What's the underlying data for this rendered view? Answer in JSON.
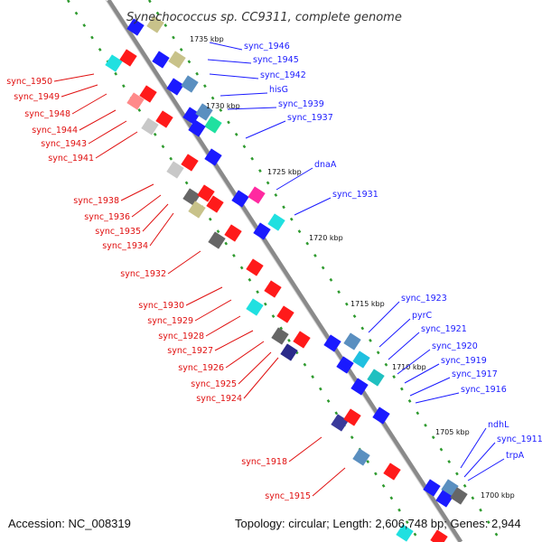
{
  "title": "Synechococcus sp. CC9311, complete genome",
  "footer": {
    "accession": "Accession: NC_008319",
    "topology": "Topology: circular; Length: 2,606,748 bp; Genes: 2,944"
  },
  "ticks": [
    "1735 kbp",
    "1730 kbp",
    "1725 kbp",
    "1720 kbp",
    "1715 kbp",
    "1710 kbp",
    "1705 kbp",
    "1700 kbp"
  ],
  "labels_right": [
    "sync_1946",
    "sync_1945",
    "sync_1942",
    "hisG",
    "sync_1939",
    "sync_1937",
    "dnaA",
    "sync_1931",
    "sync_1923",
    "pyrC",
    "sync_1921",
    "sync_1920",
    "sync_1919",
    "sync_1917",
    "sync_1916",
    "ndhL",
    "sync_1911",
    "trpA"
  ],
  "labels_left": [
    "sync_1950",
    "sync_1949",
    "sync_1948",
    "sync_1944",
    "sync_1943",
    "sync_1941",
    "sync_1938",
    "sync_1936",
    "sync_1935",
    "sync_1934",
    "sync_1932",
    "sync_1930",
    "sync_1929",
    "sync_1928",
    "sync_1927",
    "sync_1926",
    "sync_1925",
    "sync_1924",
    "sync_1918",
    "sync_1915"
  ],
  "colors": {
    "backbone": "#8a8a8a",
    "right_label": "#1a1aff",
    "left_label": "#e01010",
    "dots": "#2e9a2e"
  }
}
